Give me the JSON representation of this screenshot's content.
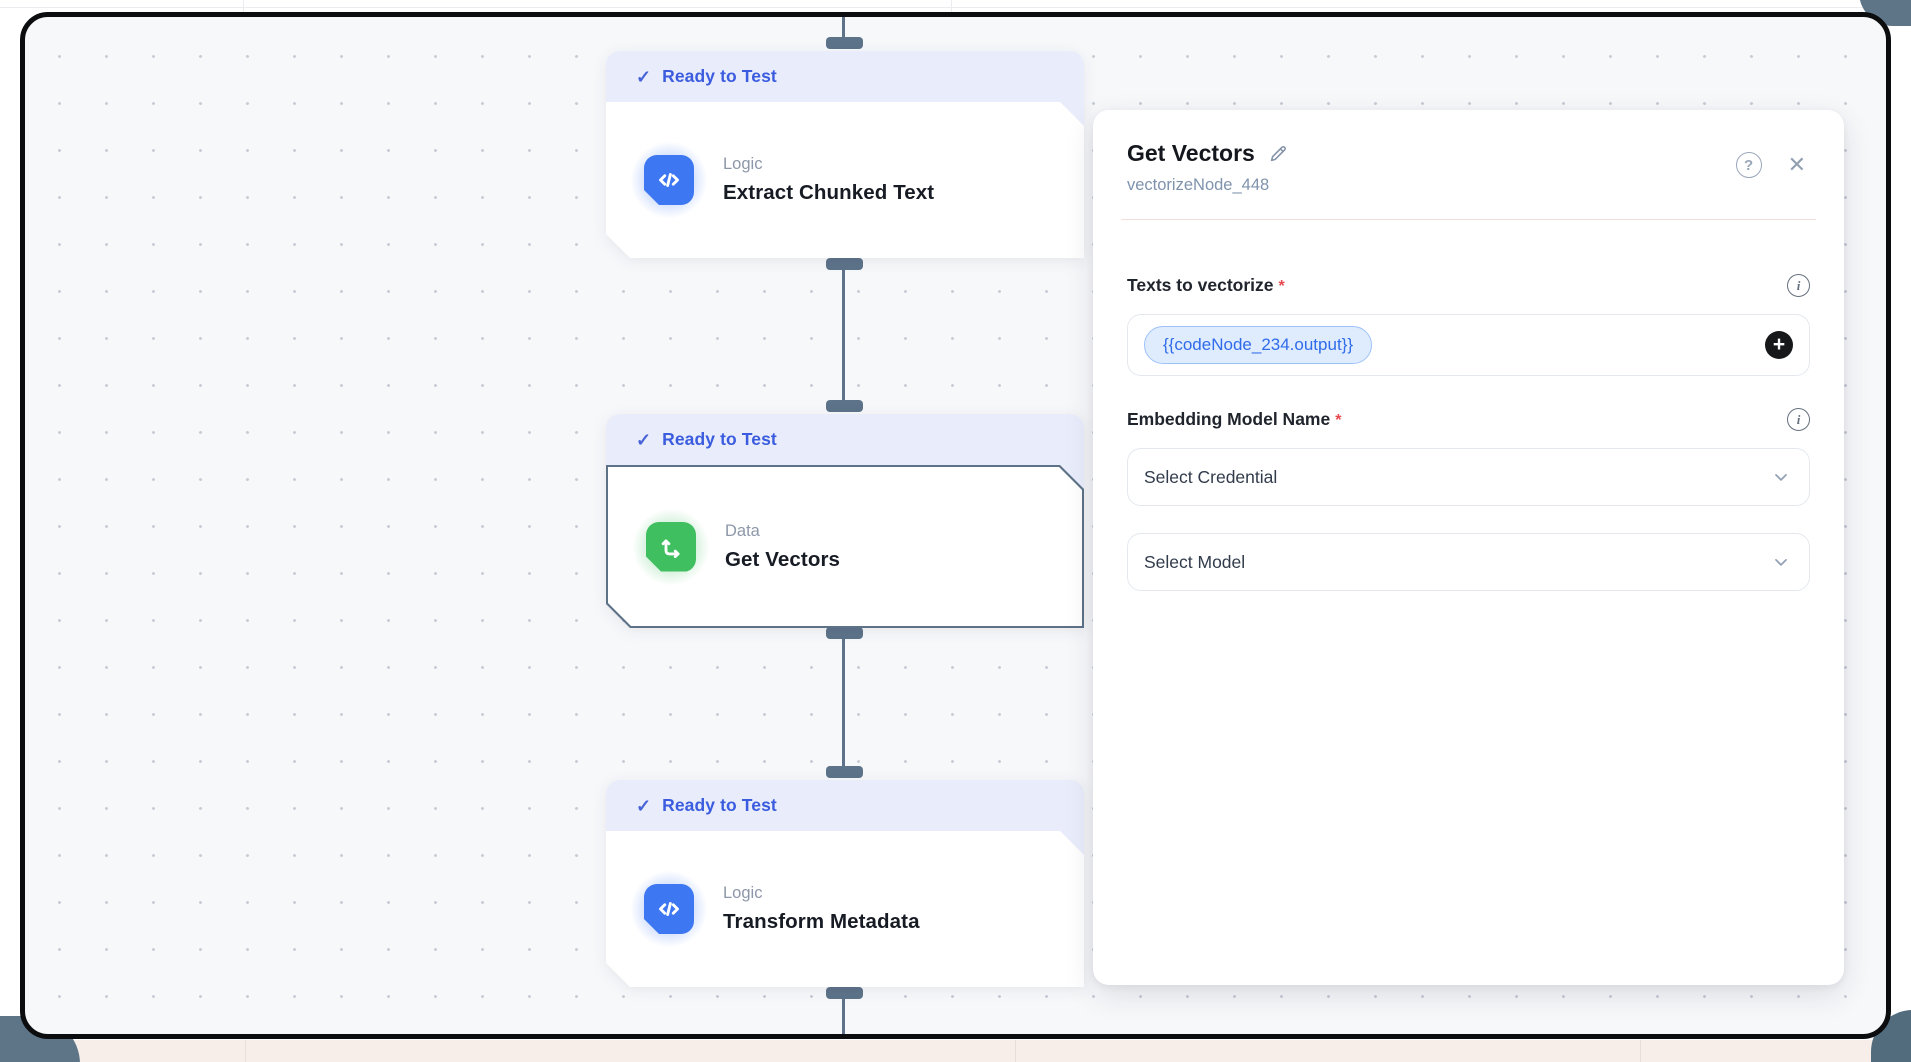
{
  "glyphs": {
    "check": "✓",
    "required": "*",
    "help": "?",
    "close": "✕",
    "info": "i",
    "plus": "+"
  },
  "canvas": {
    "status_badge_label": "Ready to Test",
    "nodes": [
      {
        "category": "Logic",
        "title": "Extract Chunked Text",
        "icon": "code-icon",
        "accent": "#3d77f2"
      },
      {
        "category": "Data",
        "title": "Get Vectors",
        "icon": "vector-axis-icon",
        "accent": "#3fbf5f",
        "selected": true
      },
      {
        "category": "Logic",
        "title": "Transform Metadata",
        "icon": "code-icon",
        "accent": "#3d77f2"
      }
    ]
  },
  "panel": {
    "title": "Get Vectors",
    "node_id": "vectorizeNode_448",
    "texts_field": {
      "label": "Texts to vectorize",
      "chip": "{{codeNode_234.output}}"
    },
    "embedding_field": {
      "label": "Embedding Model Name",
      "credential_placeholder": "Select Credential",
      "model_placeholder": "Select Model"
    }
  },
  "colors": {
    "badge_bg": "#e9edfb",
    "badge_text": "#3b5cdf",
    "connector": "#5e7389",
    "icon_blue": "#3d77f2",
    "icon_green": "#3fbf5f",
    "chip_text": "#2f6bea",
    "divider_pink": "#f2dedc"
  }
}
